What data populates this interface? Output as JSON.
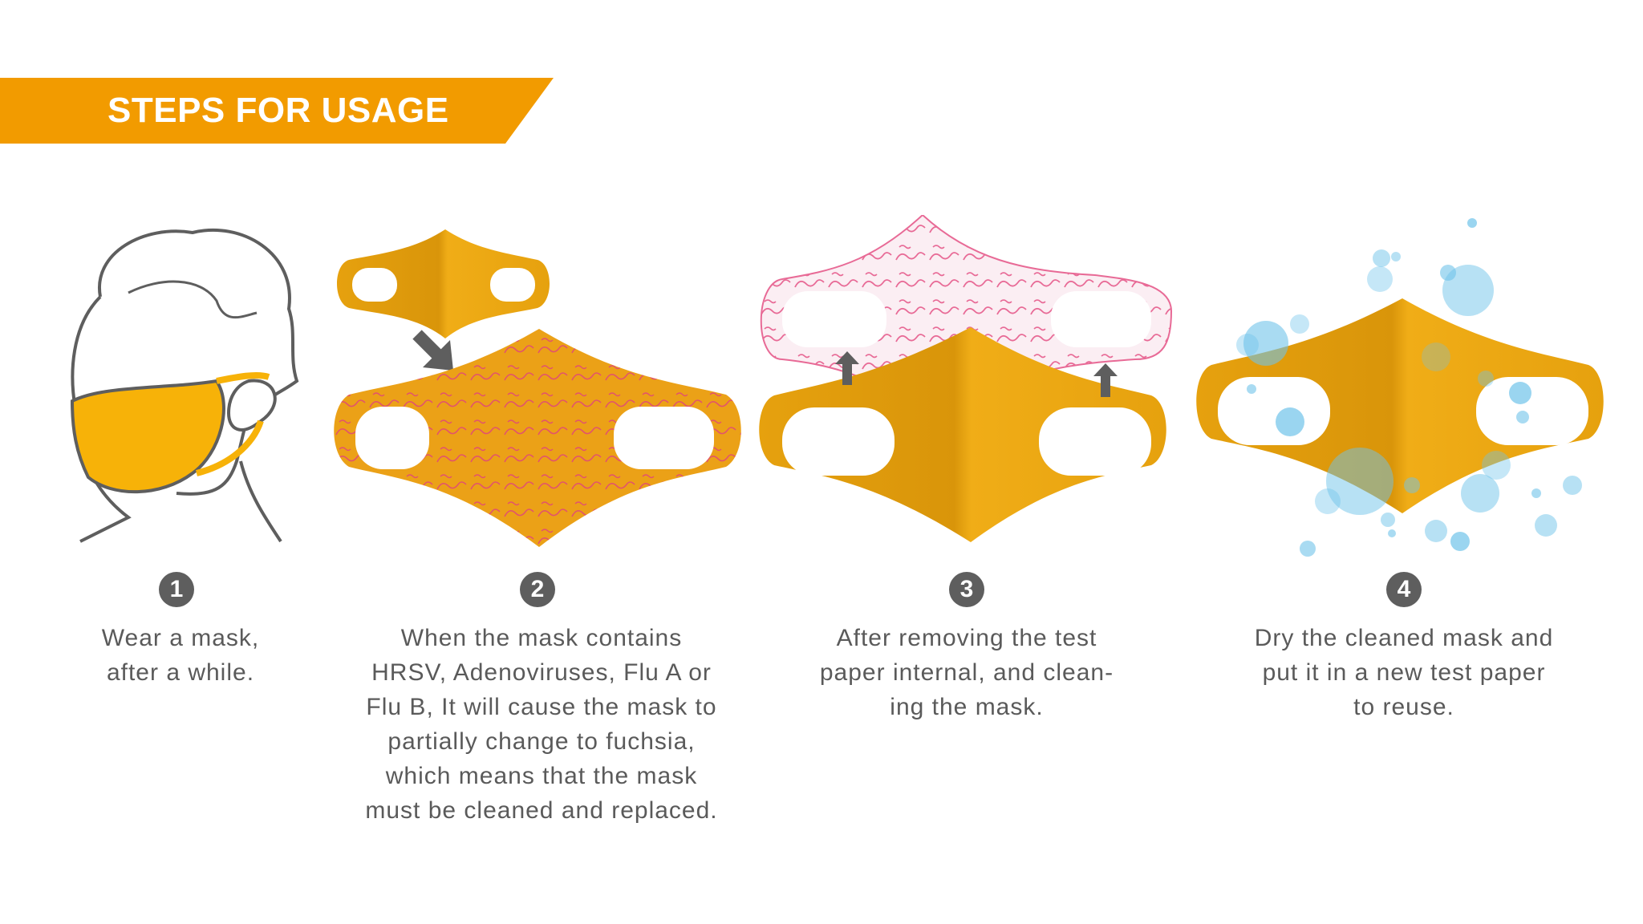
{
  "header": {
    "title": "STEPS FOR USAGE"
  },
  "colors": {
    "accent": "#f29b00",
    "mask_yellow": "#e8a20f",
    "fuchsia_pattern": "#e0457a",
    "outline_gray": "#5e5e5e",
    "bubble_blue": "#6fc3ea"
  },
  "steps": [
    {
      "number": "1",
      "text": "Wear a mask,\nafter a while."
    },
    {
      "number": "2",
      "text": "When the mask contains\nHRSV, Adenoviruses, Flu A or\nFlu B, It will cause the mask to\npartially change to fuchsia,\nwhich means that the mask\nmust be cleaned and replaced."
    },
    {
      "number": "3",
      "text": "After removing the test\npaper internal, and clean-\ning the mask."
    },
    {
      "number": "4",
      "text": "Dry the cleaned mask and\nput it in a new test paper\nto reuse."
    }
  ]
}
